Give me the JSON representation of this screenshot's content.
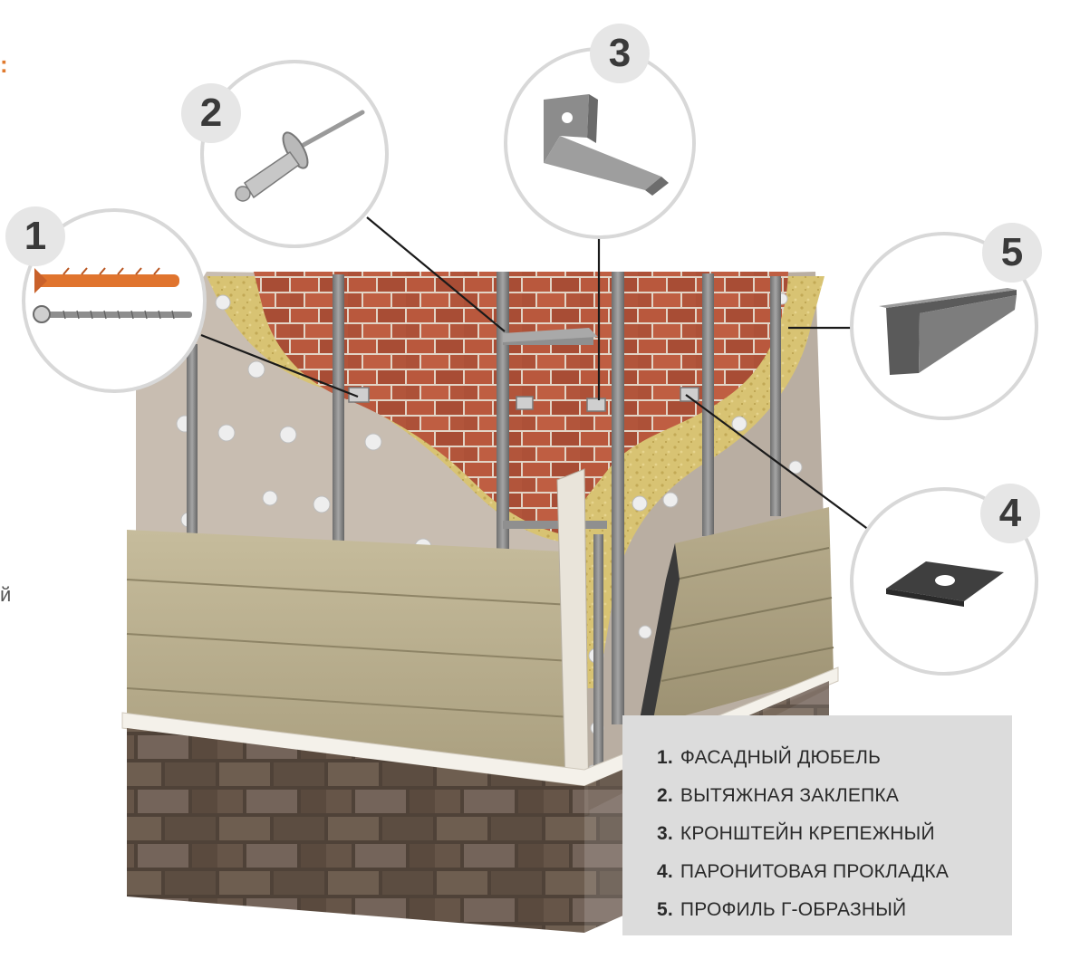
{
  "edge": {
    "colon": ":",
    "letter": "й"
  },
  "callouts": [
    {
      "num": "1"
    },
    {
      "num": "2"
    },
    {
      "num": "3"
    },
    {
      "num": "4"
    },
    {
      "num": "5"
    }
  ],
  "legend": {
    "items": [
      {
        "num": "1.",
        "text": "ФАСАДНЫЙ ДЮБЕЛЬ"
      },
      {
        "num": "2.",
        "text": "ВЫТЯЖНАЯ ЗАКЛЕПКА"
      },
      {
        "num": "3.",
        "text": "КРОНШТЕЙН КРЕПЕЖНЫЙ"
      },
      {
        "num": "4.",
        "text": "ПАРОНИТОВАЯ ПРОКЛАДКА"
      },
      {
        "num": "5.",
        "text": "ПРОФИЛЬ Г-ОБРАЗНЫЙ"
      }
    ]
  },
  "colors": {
    "brick": "#b5553a",
    "mortar": "#e7d9cc",
    "insulation": "#d9c47a",
    "membrane": "#c9beb2",
    "siding": "#bdb292",
    "metal": "#8a8a8a",
    "stone": "#5e5046",
    "accent": "#e07a2e"
  }
}
